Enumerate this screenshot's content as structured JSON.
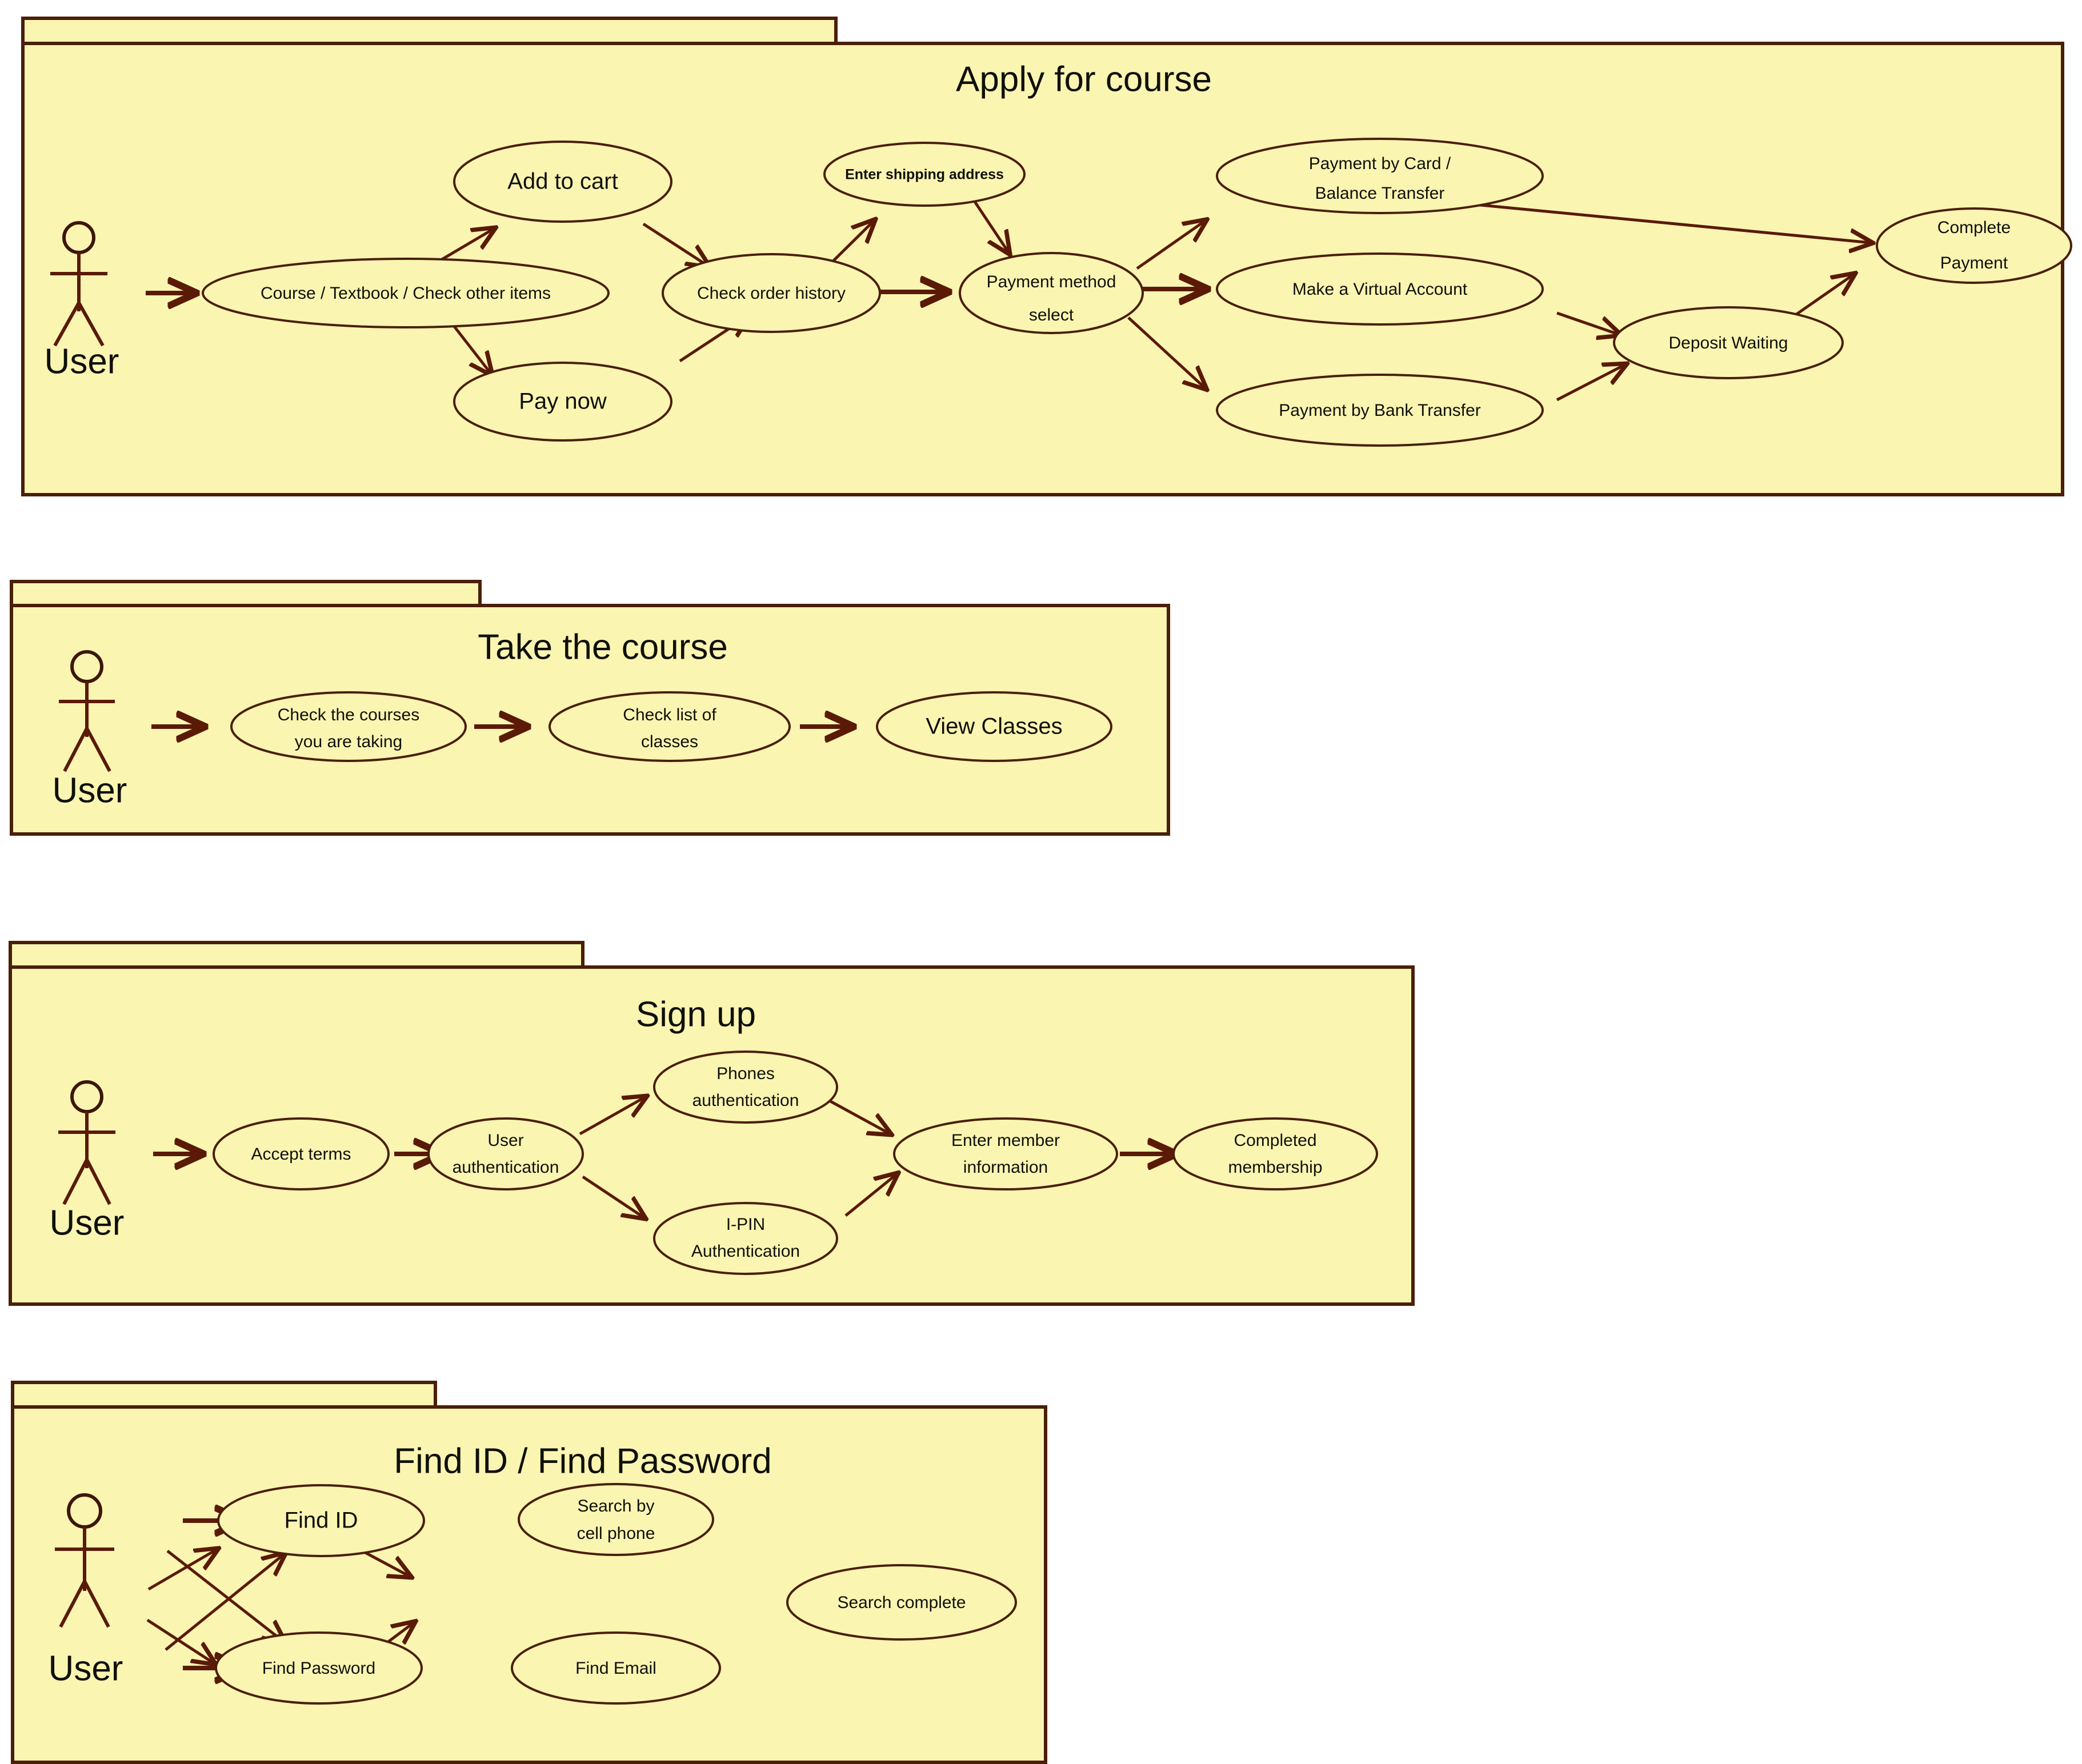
{
  "diagram": {
    "kind": "uml-use-case-diagram",
    "background_color": "#ffffff",
    "package_fill_color": "#fbf5b2",
    "package_border_color": "#4a1f08",
    "edge_color": "#5a1a06",
    "text_color": "#10100a"
  },
  "packages": [
    {
      "id": "apply-for-course",
      "title": "Apply for course",
      "actor": "User",
      "use_cases": [
        {
          "id": "course-textbook",
          "label": "Course / Textbook / Check other items"
        },
        {
          "id": "add-to-cart",
          "label": "Add to cart"
        },
        {
          "id": "pay-now",
          "label": "Pay now"
        },
        {
          "id": "check-order-history",
          "label": "Check order history"
        },
        {
          "id": "enter-shipping-address",
          "label": "Enter shipping address"
        },
        {
          "id": "payment-method-select",
          "label_line1": "Payment method",
          "label_line2": "select"
        },
        {
          "id": "payment-by-card",
          "label_line1": "Payment by Card /",
          "label_line2": "Balance Transfer"
        },
        {
          "id": "make-virtual-account",
          "label": "Make a Virtual Account"
        },
        {
          "id": "payment-by-bank-transfer",
          "label": "Payment by Bank Transfer"
        },
        {
          "id": "deposit-waiting",
          "label": "Deposit Waiting"
        },
        {
          "id": "complete-payment",
          "label_line1": "Complete",
          "label_line2": "Payment"
        }
      ],
      "edges": [
        {
          "from": "user",
          "to": "course-textbook"
        },
        {
          "from": "course-textbook",
          "to": "add-to-cart"
        },
        {
          "from": "course-textbook",
          "to": "pay-now"
        },
        {
          "from": "add-to-cart",
          "to": "check-order-history"
        },
        {
          "from": "pay-now",
          "to": "check-order-history"
        },
        {
          "from": "check-order-history",
          "to": "enter-shipping-address"
        },
        {
          "from": "check-order-history",
          "to": "payment-method-select"
        },
        {
          "from": "enter-shipping-address",
          "to": "payment-method-select"
        },
        {
          "from": "payment-method-select",
          "to": "payment-by-card"
        },
        {
          "from": "payment-method-select",
          "to": "make-virtual-account"
        },
        {
          "from": "payment-method-select",
          "to": "payment-by-bank-transfer"
        },
        {
          "from": "payment-by-card",
          "to": "complete-payment"
        },
        {
          "from": "make-virtual-account",
          "to": "deposit-waiting"
        },
        {
          "from": "payment-by-bank-transfer",
          "to": "deposit-waiting"
        },
        {
          "from": "deposit-waiting",
          "to": "complete-payment"
        }
      ]
    },
    {
      "id": "take-the-course",
      "title": "Take the course",
      "actor": "User",
      "use_cases": [
        {
          "id": "check-the-courses",
          "label_line1": "Check the courses",
          "label_line2": "you are taking"
        },
        {
          "id": "check-list-of-classes",
          "label_line1": "Check list of",
          "label_line2": "classes"
        },
        {
          "id": "view-classes",
          "label": "View Classes"
        }
      ],
      "edges": [
        {
          "from": "user",
          "to": "check-the-courses"
        },
        {
          "from": "check-the-courses",
          "to": "check-list-of-classes"
        },
        {
          "from": "check-list-of-classes",
          "to": "view-classes"
        }
      ]
    },
    {
      "id": "sign-up",
      "title": "Sign up",
      "actor": "User",
      "use_cases": [
        {
          "id": "accept-terms",
          "label": "Accept terms"
        },
        {
          "id": "user-authentication",
          "label_line1": "User",
          "label_line2": "authentication"
        },
        {
          "id": "phones-authentication",
          "label_line1": "Phones",
          "label_line2": "authentication"
        },
        {
          "id": "ipin-authentication",
          "label_line1": "I-PIN",
          "label_line2": "Authentication"
        },
        {
          "id": "enter-member-information",
          "label_line1": "Enter member",
          "label_line2": "information"
        },
        {
          "id": "completed-membership",
          "label_line1": "Completed",
          "label_line2": "membership"
        }
      ],
      "edges": [
        {
          "from": "user",
          "to": "accept-terms"
        },
        {
          "from": "accept-terms",
          "to": "user-authentication"
        },
        {
          "from": "user-authentication",
          "to": "phones-authentication"
        },
        {
          "from": "user-authentication",
          "to": "ipin-authentication"
        },
        {
          "from": "phones-authentication",
          "to": "enter-member-information"
        },
        {
          "from": "ipin-authentication",
          "to": "enter-member-information"
        },
        {
          "from": "enter-member-information",
          "to": "completed-membership"
        }
      ]
    },
    {
      "id": "find-id-find-password",
      "title": "Find ID / Find Password",
      "actor": "User",
      "use_cases": [
        {
          "id": "find-id",
          "label": "Find ID"
        },
        {
          "id": "find-password",
          "label": "Find Password"
        },
        {
          "id": "search-by-cell-phone",
          "label_line1": "Search by",
          "label_line2": "cell phone"
        },
        {
          "id": "find-email",
          "label": "Find Email"
        },
        {
          "id": "search-complete",
          "label": "Search complete"
        }
      ],
      "edges": [
        {
          "from": "user",
          "to": "find-id"
        },
        {
          "from": "user",
          "to": "find-password"
        },
        {
          "from": "find-id",
          "to": "search-by-cell-phone"
        },
        {
          "from": "find-id",
          "to": "find-email"
        },
        {
          "from": "find-password",
          "to": "find-email"
        },
        {
          "from": "find-password",
          "to": "search-by-cell-phone"
        },
        {
          "from": "search-by-cell-phone",
          "to": "search-complete"
        },
        {
          "from": "find-email",
          "to": "search-complete"
        }
      ]
    }
  ]
}
